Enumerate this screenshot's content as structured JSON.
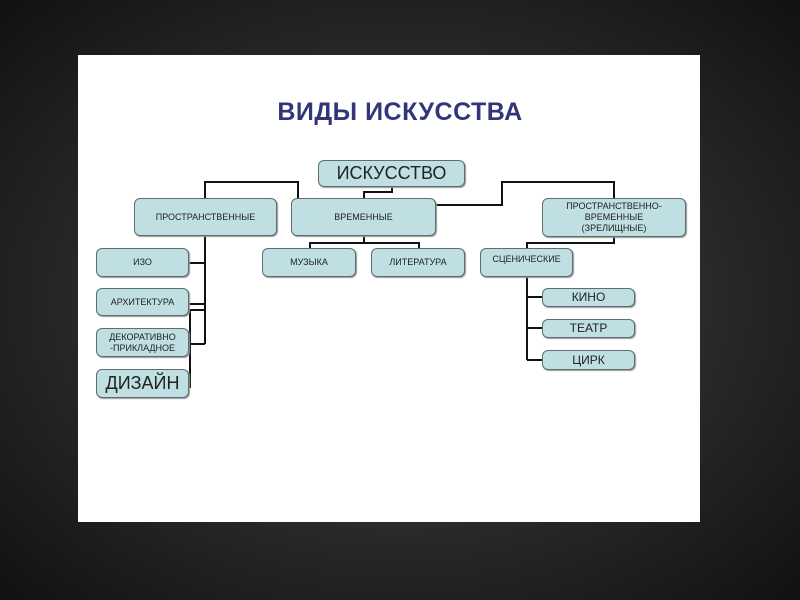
{
  "title": "ВИДЫ ИСКУССТВА",
  "nodes": {
    "root": "ИСКУССТВО",
    "spatial": "ПРОСТРАНСТВЕННЫЕ",
    "temporal": "ВРЕМЕННЫЕ",
    "spatiotemporal": "ПРОСТРАНСТВЕННО-ВРЕМЕННЫЕ (ЗРЕЛИЩНЫЕ)",
    "izo": "ИЗО",
    "architecture": "АРХИТЕКТУРА",
    "decorative": "ДЕКОРАТИВНО -ПРИКЛАДНОЕ",
    "design": "ДИЗАЙН",
    "music": "МУЗЫКА",
    "literature": "ЛИТЕРАТУРА",
    "stage": "СЦЕНИЧЕСКИЕ",
    "cinema": "КИНО",
    "theatre": "ТЕАТР",
    "circus": "ЦИРК"
  }
}
